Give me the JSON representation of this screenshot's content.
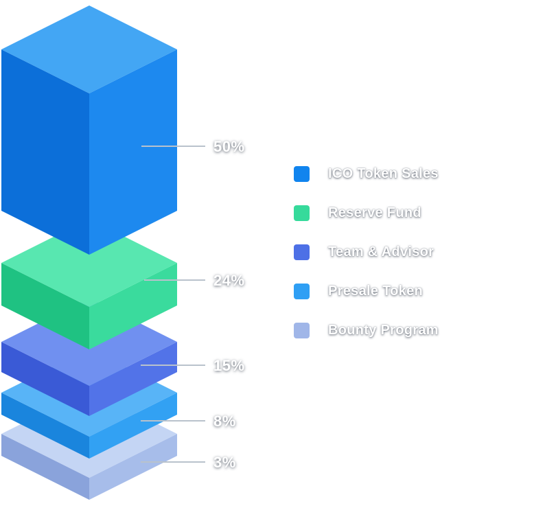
{
  "chart_data": {
    "type": "bar",
    "variant": "isometric-stacked-slabs",
    "title": "",
    "categories": [
      "ICO Token Sales",
      "Reserve Fund",
      "Team & Advisor",
      "Presale Token",
      "Bounty Program"
    ],
    "values": [
      50,
      24,
      15,
      8,
      3
    ],
    "labels": [
      "50%",
      "24%",
      "15%",
      "8%",
      "3%"
    ],
    "unit": "%",
    "legend_position": "right",
    "background": "#ffffff",
    "label_color": "#ffffff",
    "leader_line_color": "#b9c2cc",
    "colors": [
      {
        "name": "ico-token-sales",
        "legend": "#1184ee",
        "top": "#43a6f4",
        "left": "#0c6fd9",
        "right": "#1d89ef"
      },
      {
        "name": "reserve-fund",
        "legend": "#36da9b",
        "top": "#58e7b0",
        "left": "#1fc282",
        "right": "#3adb9d"
      },
      {
        "name": "team-advisor",
        "legend": "#4d70e6",
        "top": "#7090f0",
        "left": "#3a5ad6",
        "right": "#5273e8"
      },
      {
        "name": "presale-token",
        "legend": "#2f9ff4",
        "top": "#58b4f7",
        "left": "#1a85dd",
        "right": "#32a1f3"
      },
      {
        "name": "bounty-program",
        "legend": "#a0b6e8",
        "top": "#c4d5f4",
        "left": "#8aa3db",
        "right": "#a7bdea"
      }
    ]
  }
}
